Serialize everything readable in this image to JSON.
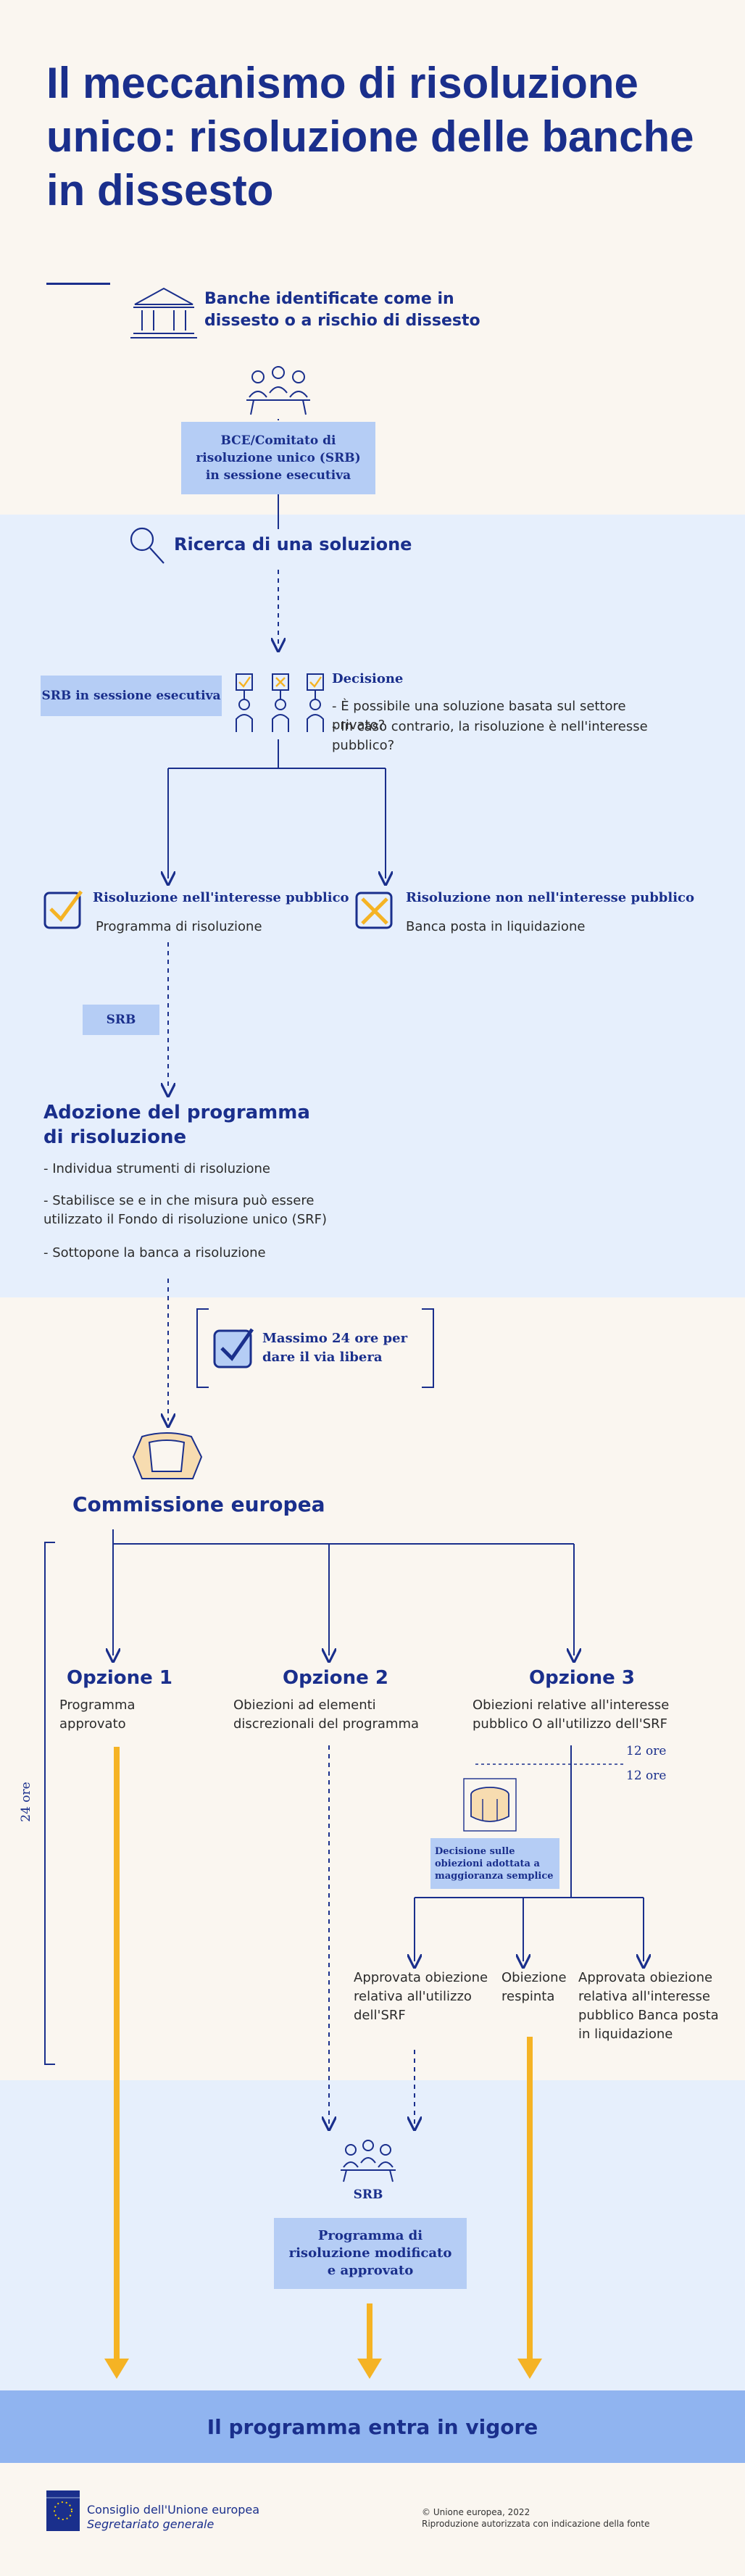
{
  "title": "Il meccanismo di risoluzione unico: risoluzione delle banche in dissesto",
  "step_banks": "Banche identificate come in dissesto o a rischio di dissesto",
  "box_ecb": "BCE/Comitato di risoluzione unico (SRB) in sessione esecutiva",
  "search": "Ricerca di una soluzione",
  "box_srb_exec": "SRB in sessione esecutiva",
  "decision": {
    "title": "Decisione",
    "line1": "- È possibile una soluzione basata sul settore privato?",
    "line2": "- In caso contrario, la risoluzione è nell'interesse pubblico?"
  },
  "public_interest": {
    "title": "Risoluzione nell'interesse pubblico",
    "sub": "Programma di risoluzione"
  },
  "no_public_interest": {
    "title": "Risoluzione non nell'interesse pubblico",
    "sub": "Banca posta in liquidazione"
  },
  "box_srb": "SRB",
  "adoption": {
    "title": "Adozione del programma di risoluzione",
    "items": [
      "- Individua strumenti di risoluzione",
      "- Stabilisce se e in che misura può essere utilizzato il Fondo di risoluzione unico (SRF)",
      "- Sottopone la banca a risoluzione"
    ]
  },
  "max_24": "Massimo 24 ore per dare il via libera",
  "commission": "Commissione europea",
  "side_24": "24 ore",
  "options": [
    {
      "title": "Opzione 1",
      "text": "Programma approvato"
    },
    {
      "title": "Opzione 2",
      "text": "Obiezioni ad elementi discrezionali del programma"
    },
    {
      "title": "Opzione 3",
      "text": "Obiezioni relative all'interesse pubblico O all'utilizzo dell'SRF"
    }
  ],
  "hours_12": "12 ore",
  "council_decision": "Decisione sulle obiezioni adottata a maggioranza semplice",
  "outcomes": [
    "Approvata obiezione relativa all'utilizzo dell'SRF",
    "Obiezione respinta",
    "Approvata obiezione relativa all'interesse pubblico Banca posta in liquidazione"
  ],
  "srb_bottom": "SRB",
  "box_modified": "Programma di risoluzione modificato e approvato",
  "final": "Il programma entra in vigore",
  "footer": {
    "org": "Consiglio dell'Unione europea",
    "dept": "Segretariato generale",
    "copyright": "© Unione europea, 2022",
    "rights": "Riproduzione autorizzata con indicazione della fonte"
  },
  "colors": {
    "navy": "#1a2f8c",
    "light_box": "#b5cdf5",
    "band_blue": "#e6effc",
    "arrow_gold": "#f5b324",
    "final_band": "#90b4f0"
  }
}
